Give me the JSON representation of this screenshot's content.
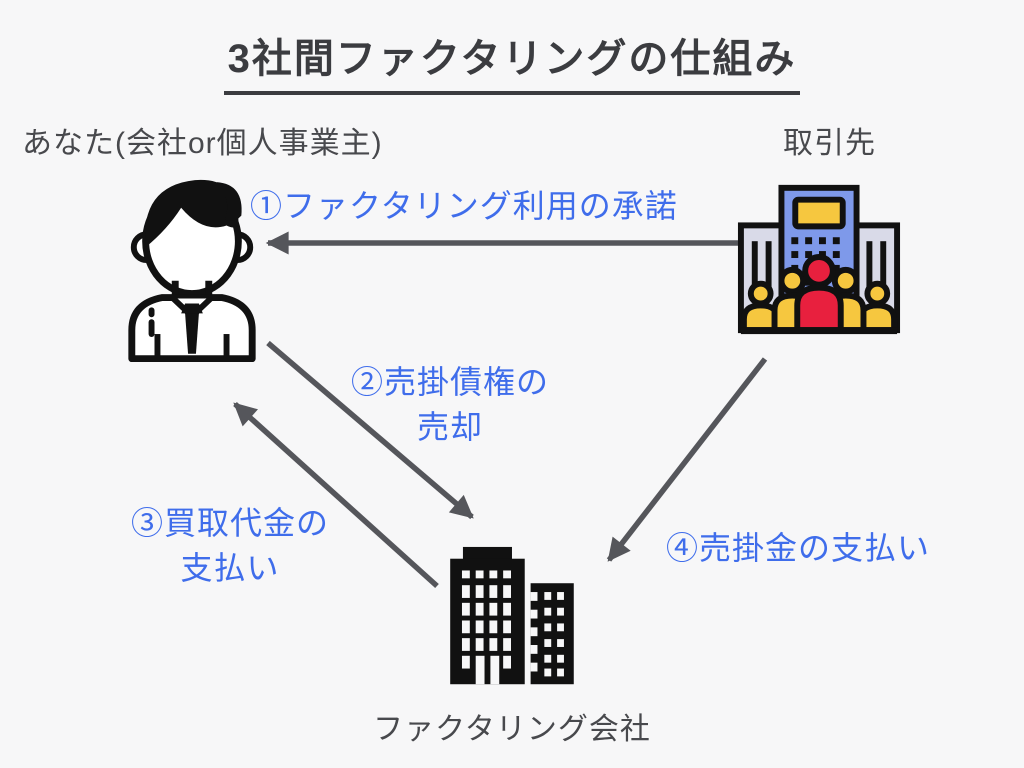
{
  "title": "3社間ファクタリングの仕組み",
  "nodes": {
    "you": {
      "label": "あなた(会社or個人事業主)",
      "icon": "businessman-icon"
    },
    "client": {
      "label": "取引先",
      "icon": "client-company-building-icon"
    },
    "factoring": {
      "label": "ファクタリング会社",
      "icon": "factoring-company-building-icon"
    }
  },
  "steps": [
    {
      "num": 1,
      "lines": [
        "①ファクタリング利用の承諾"
      ],
      "from": "client",
      "to": "you",
      "arrow_direction": "right-to-left"
    },
    {
      "num": 2,
      "lines": [
        "②売掛債権の",
        "売却"
      ],
      "from": "you",
      "to": "factoring",
      "arrow_direction": "down-right"
    },
    {
      "num": 3,
      "lines": [
        "③買取代金の",
        "支払い"
      ],
      "from": "factoring",
      "to": "you",
      "arrow_direction": "up-left"
    },
    {
      "num": 4,
      "lines": [
        "④売掛金の支払い"
      ],
      "from": "client",
      "to": "factoring",
      "arrow_direction": "down-left"
    }
  ],
  "palette": {
    "background": "#F7F7F8",
    "title_text": "#3B3C40",
    "node_label_text": "#48494D",
    "step_text": "#3F6DEB",
    "arrow": "#55565B",
    "icon_outline": "#111111",
    "client_tower_blue": "#7E99EA",
    "client_side_building_lavender": "#D9DAE8",
    "client_people_yellow": "#F6C73F",
    "client_people_red": "#E8203E",
    "factoring_building_black": "#111111"
  }
}
